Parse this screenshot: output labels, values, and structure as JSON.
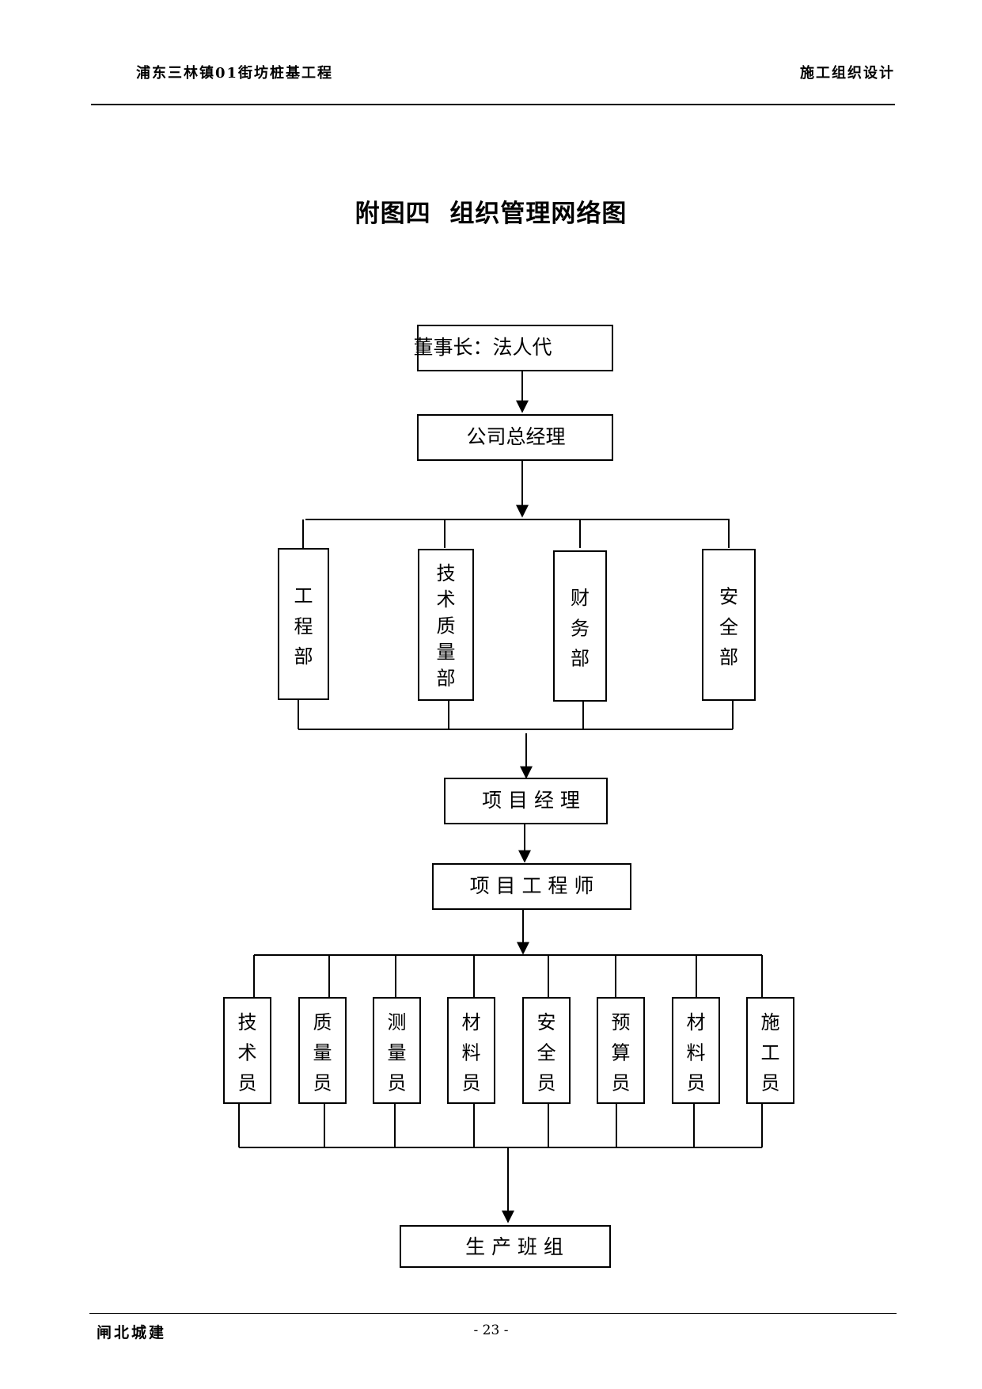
{
  "header": {
    "left": "浦东三林镇01街坊桩基工程",
    "right": "施工组织设计"
  },
  "title": {
    "part1": "附图四",
    "part2": "组织管理网络图"
  },
  "org": {
    "chairman": "董事长：法人代",
    "general_manager": "公司总经理",
    "departments": [
      "工程部",
      "技术质量部",
      "财务部",
      "安全部"
    ],
    "project_manager": "项 目 经 理",
    "project_engineer": "项 目 工 程 师",
    "staff": [
      "技术员",
      "质量员",
      "测量员",
      "材料员",
      "安全员",
      "预算员",
      "材料员",
      "施工员"
    ],
    "production_team": "生 产 班 组"
  },
  "footer": {
    "left": "闸北城建",
    "page": "- 23 -"
  }
}
